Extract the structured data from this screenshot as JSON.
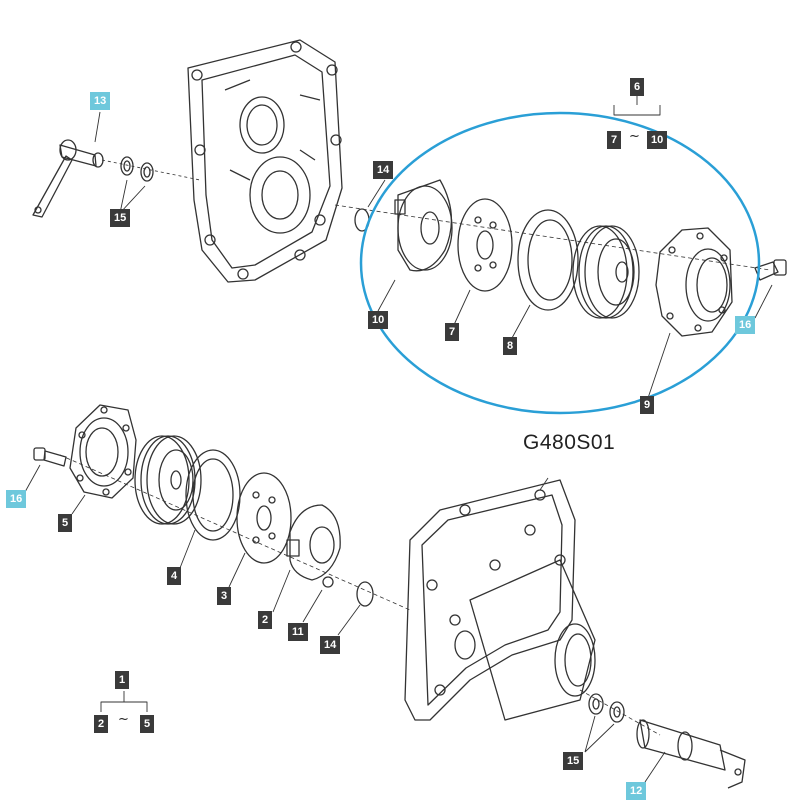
{
  "diagram": {
    "code": "G480S01",
    "range_tilde": "~",
    "callouts": [
      {
        "id": "p13-top",
        "text": "13",
        "highlight": true
      },
      {
        "id": "p15-top",
        "text": "15",
        "highlight": false
      },
      {
        "id": "p14-top",
        "text": "14",
        "highlight": false
      },
      {
        "id": "p6",
        "text": "6",
        "highlight": false
      },
      {
        "id": "p7-range",
        "text": "7",
        "highlight": false
      },
      {
        "id": "p10-range",
        "text": "10",
        "highlight": false
      },
      {
        "id": "p10",
        "text": "10",
        "highlight": false
      },
      {
        "id": "p7",
        "text": "7",
        "highlight": false
      },
      {
        "id": "p8",
        "text": "8",
        "highlight": false
      },
      {
        "id": "p9",
        "text": "9",
        "highlight": false
      },
      {
        "id": "p16-top",
        "text": "16",
        "highlight": true
      },
      {
        "id": "p16-bottom",
        "text": "16",
        "highlight": true
      },
      {
        "id": "p5",
        "text": "5",
        "highlight": false
      },
      {
        "id": "p4",
        "text": "4",
        "highlight": false
      },
      {
        "id": "p3",
        "text": "3",
        "highlight": false
      },
      {
        "id": "p2",
        "text": "2",
        "highlight": false
      },
      {
        "id": "p11",
        "text": "11",
        "highlight": false
      },
      {
        "id": "p14-bottom",
        "text": "14",
        "highlight": false
      },
      {
        "id": "p1",
        "text": "1",
        "highlight": false
      },
      {
        "id": "p2-range",
        "text": "2",
        "highlight": false
      },
      {
        "id": "p5-range",
        "text": "5",
        "highlight": false
      },
      {
        "id": "p15-bottom",
        "text": "15",
        "highlight": false
      },
      {
        "id": "p12",
        "text": "12",
        "highlight": true
      }
    ],
    "colors": {
      "line": "#333333",
      "label_bg": "#3a3a3a",
      "label_highlight_bg": "#6ec8dc",
      "ellipse": "#2a9fd6"
    }
  }
}
